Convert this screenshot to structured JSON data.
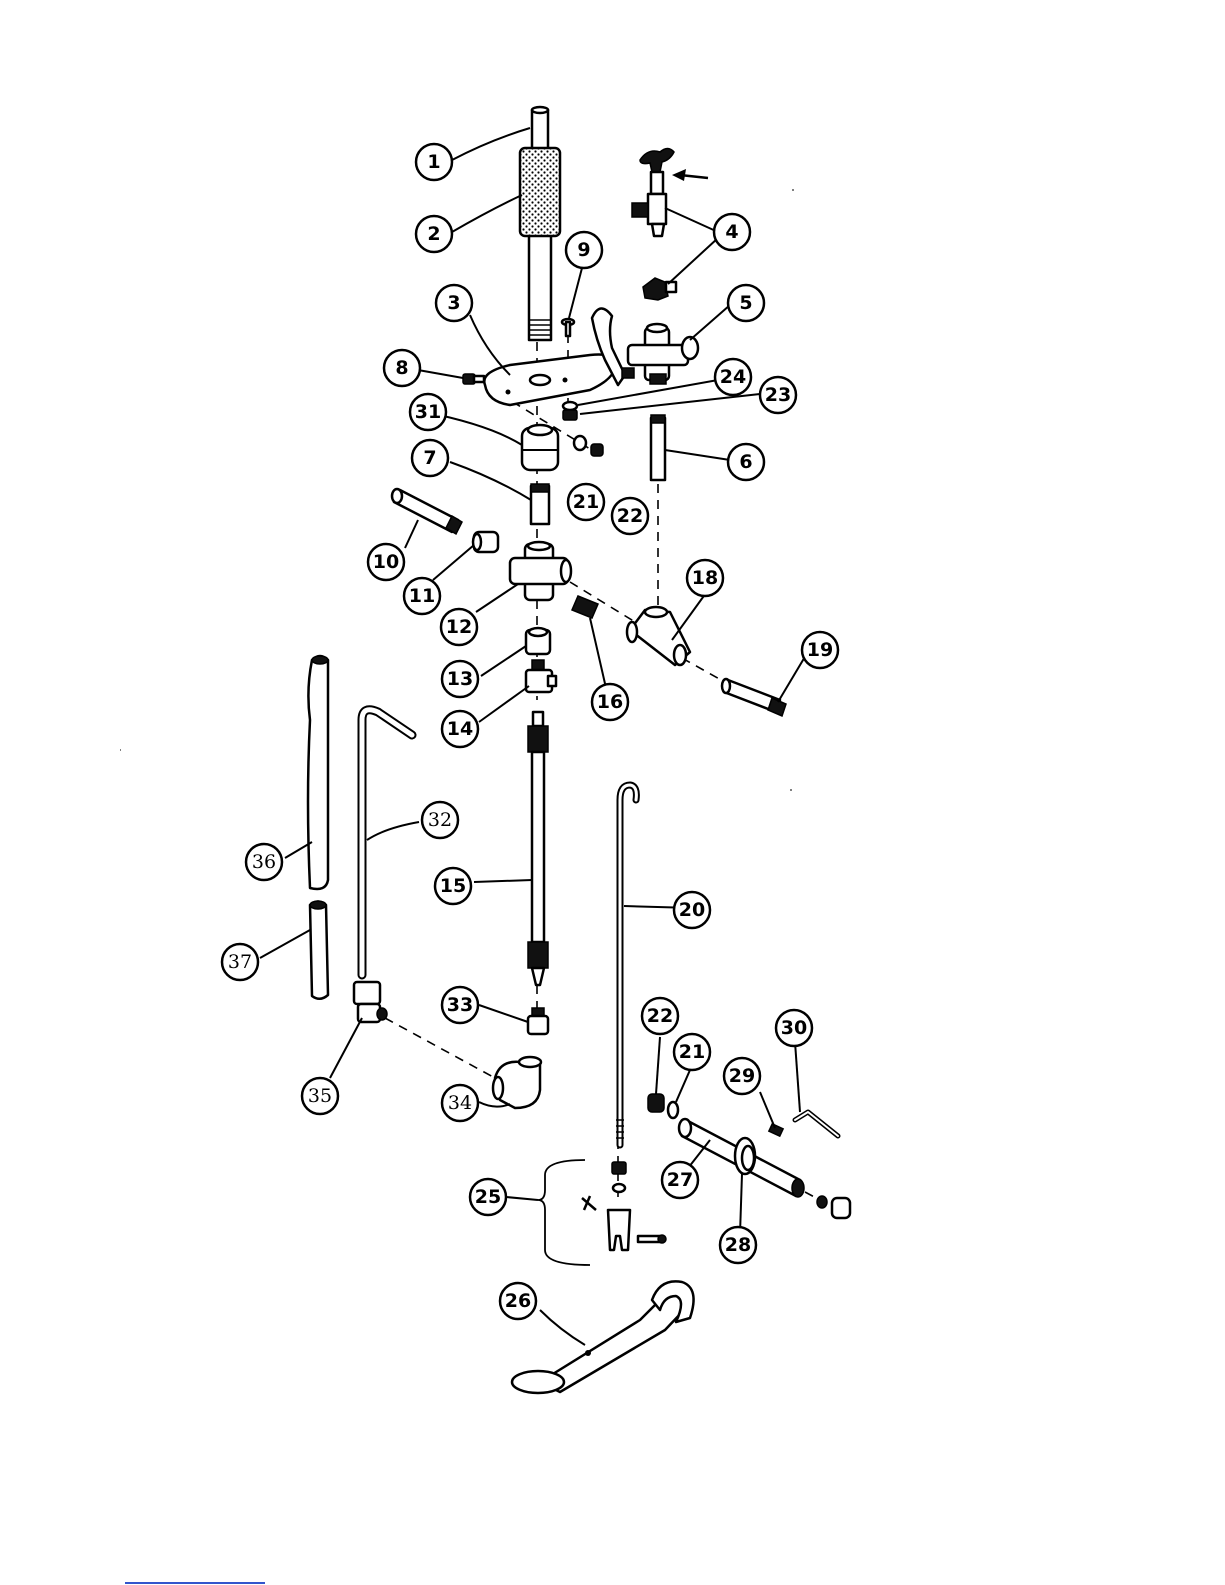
{
  "callouts": [
    {
      "id": "1",
      "label": "1"
    },
    {
      "id": "2",
      "label": "2"
    },
    {
      "id": "3",
      "label": "3"
    },
    {
      "id": "4",
      "label": "4"
    },
    {
      "id": "5",
      "label": "5"
    },
    {
      "id": "6",
      "label": "6"
    },
    {
      "id": "7",
      "label": "7"
    },
    {
      "id": "8",
      "label": "8"
    },
    {
      "id": "9",
      "label": "9"
    },
    {
      "id": "10",
      "label": "10"
    },
    {
      "id": "11",
      "label": "11"
    },
    {
      "id": "12",
      "label": "12"
    },
    {
      "id": "13",
      "label": "13"
    },
    {
      "id": "14",
      "label": "14"
    },
    {
      "id": "15",
      "label": "15"
    },
    {
      "id": "16",
      "label": "16"
    },
    {
      "id": "18",
      "label": "18"
    },
    {
      "id": "19",
      "label": "19"
    },
    {
      "id": "20",
      "label": "20"
    },
    {
      "id": "21a",
      "label": "21"
    },
    {
      "id": "22a",
      "label": "22"
    },
    {
      "id": "23",
      "label": "23"
    },
    {
      "id": "24",
      "label": "24"
    },
    {
      "id": "31",
      "label": "31"
    },
    {
      "id": "32",
      "label": "32"
    },
    {
      "id": "33",
      "label": "33"
    },
    {
      "id": "34",
      "label": "34"
    },
    {
      "id": "35",
      "label": "35"
    },
    {
      "id": "36",
      "label": "36"
    },
    {
      "id": "37",
      "label": "37"
    },
    {
      "id": "22b",
      "label": "22"
    },
    {
      "id": "21b",
      "label": "21"
    },
    {
      "id": "30",
      "label": "30"
    },
    {
      "id": "29",
      "label": "29"
    },
    {
      "id": "27",
      "label": "27"
    },
    {
      "id": "28",
      "label": "28"
    },
    {
      "id": "25",
      "label": "25"
    },
    {
      "id": "26",
      "label": "26"
    }
  ]
}
